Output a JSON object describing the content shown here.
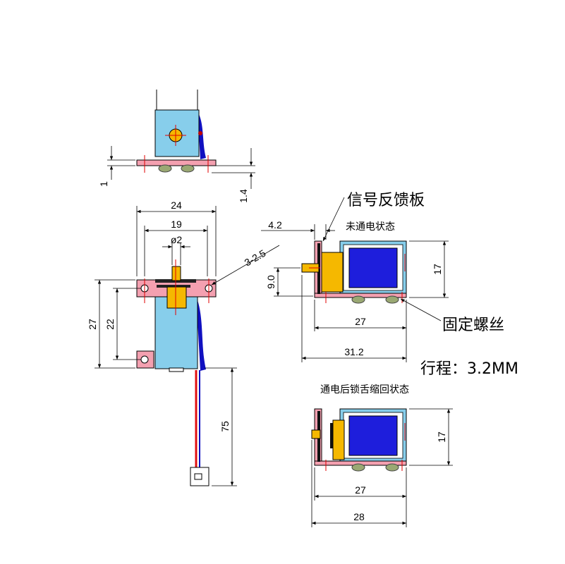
{
  "labels": {
    "feedback_plate": "信号反馈板",
    "state_off": "未通电状态",
    "fixing_screw": "固定螺丝",
    "stroke": "行程：3.2MM",
    "state_on": "通电后锁舌缩回状态"
  },
  "dimensions": {
    "top_plate_thk": "1",
    "top_foot_h": "1.4",
    "front_width": "24",
    "hole_spacing": "19",
    "pin_dia": "ø2",
    "hole_spec": "3-2.5",
    "front_height": "27",
    "hole_vertical": "22",
    "wire_length": "75",
    "side_offset": "4.2",
    "pin_height": "9.0",
    "coil_height": "17",
    "side_length": "27",
    "side_total": "31.2",
    "retracted_height": "17",
    "retracted_length": "27",
    "retracted_total": "28"
  },
  "colors": {
    "body_fill": "#87ceeb",
    "coil_fill": "#1e1edc",
    "plate_fill": "#f4a0b0",
    "pin_fill": "#f5b800",
    "foot_fill": "#9aa873",
    "wire_red": "#e01010",
    "wire_blue": "#1010c0",
    "centerline": "#e00000"
  }
}
